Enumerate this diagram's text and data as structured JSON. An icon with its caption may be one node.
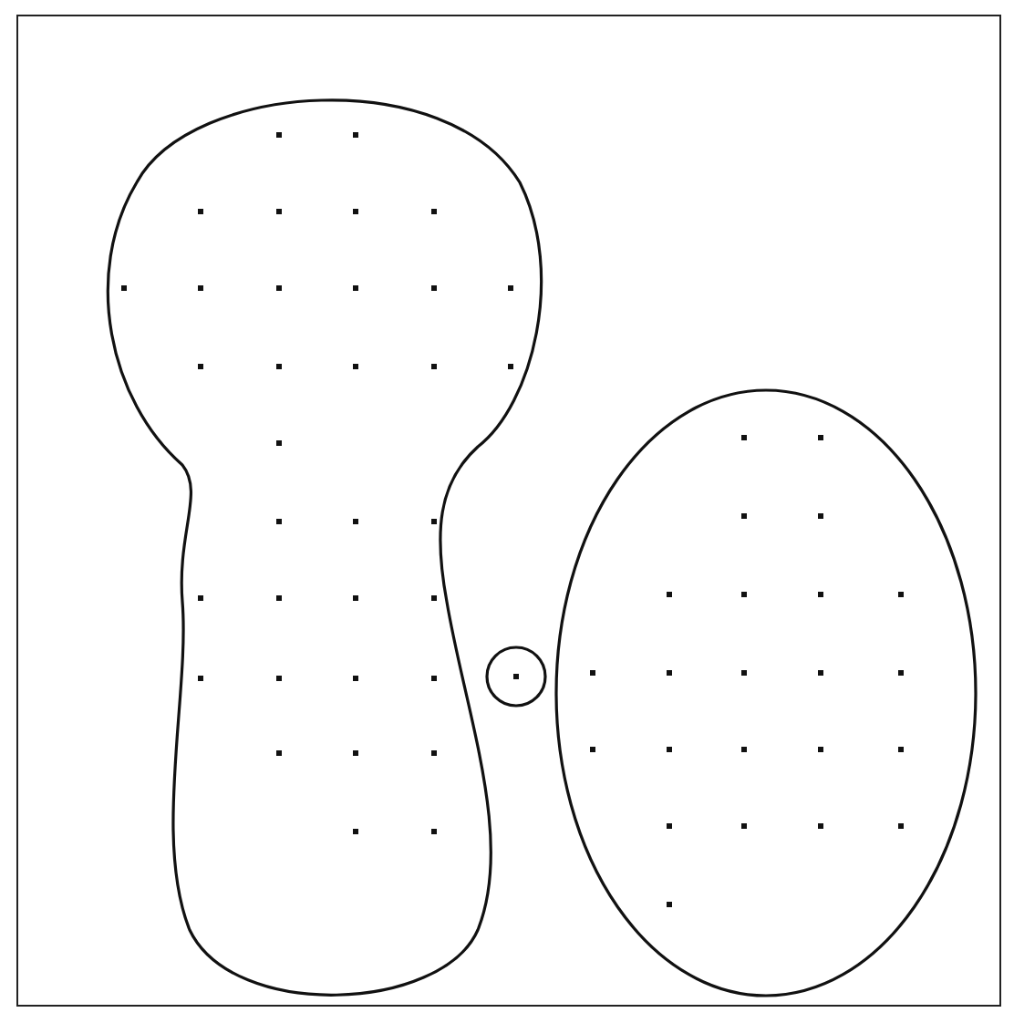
{
  "diagram": {
    "nodes": [
      {
        "text": [],
        "shape": "blob"
      },
      {
        "text": [],
        "shape": "circle"
      },
      {
        "text": [],
        "shape": "ellipse"
      }
    ]
  }
}
